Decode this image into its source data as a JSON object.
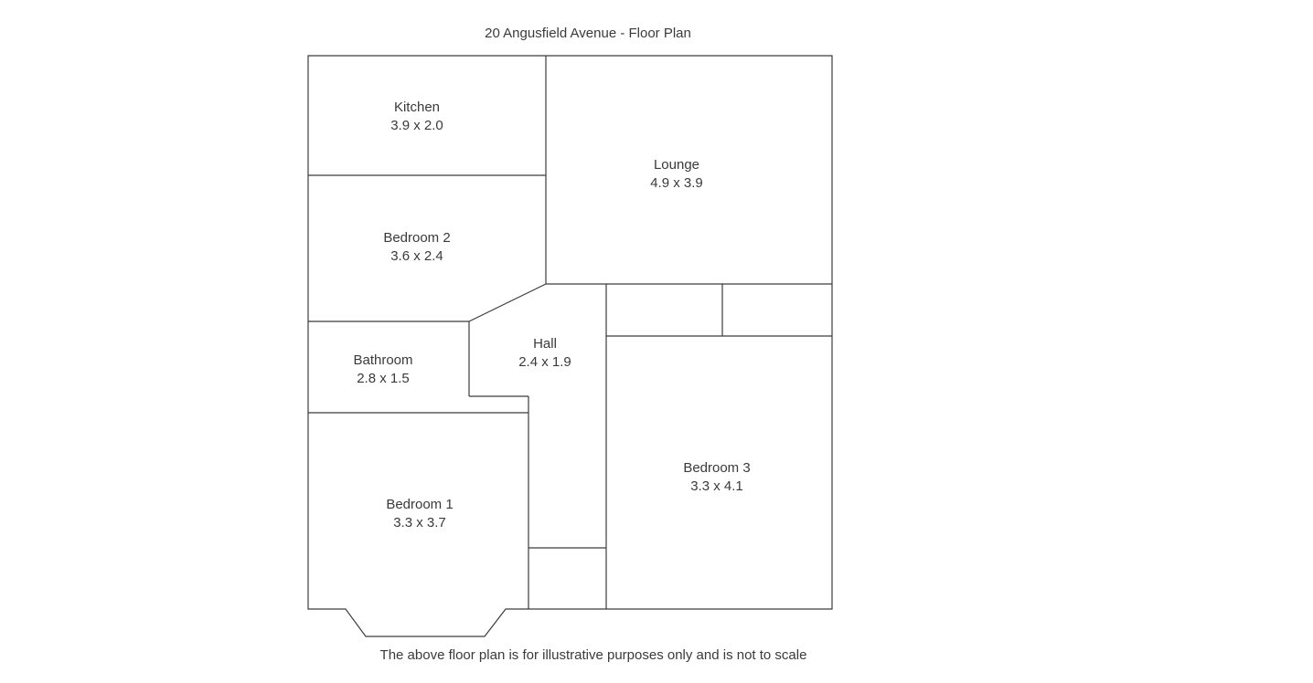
{
  "page": {
    "title": "20 Angusfield Avenue - Floor Plan",
    "disclaimer": "The above floor plan is for illustrative purposes only and is not to scale"
  },
  "rooms": {
    "kitchen": {
      "name": "Kitchen",
      "dims": "3.9 x 2.0"
    },
    "lounge": {
      "name": "Lounge",
      "dims": "4.9 x 3.9"
    },
    "bedroom2": {
      "name": "Bedroom 2",
      "dims": "3.6 x 2.4"
    },
    "bathroom": {
      "name": "Bathroom",
      "dims": "2.8 x 1.5"
    },
    "hall": {
      "name": "Hall",
      "dims": "2.4 x 1.9"
    },
    "bedroom1": {
      "name": "Bedroom 1",
      "dims": "3.3 x 3.7"
    },
    "bedroom3": {
      "name": "Bedroom 3",
      "dims": "3.3 x 4.1"
    }
  },
  "colors": {
    "wall": "#3c3c3c",
    "text": "#3a3a3a",
    "background": "#ffffff"
  }
}
